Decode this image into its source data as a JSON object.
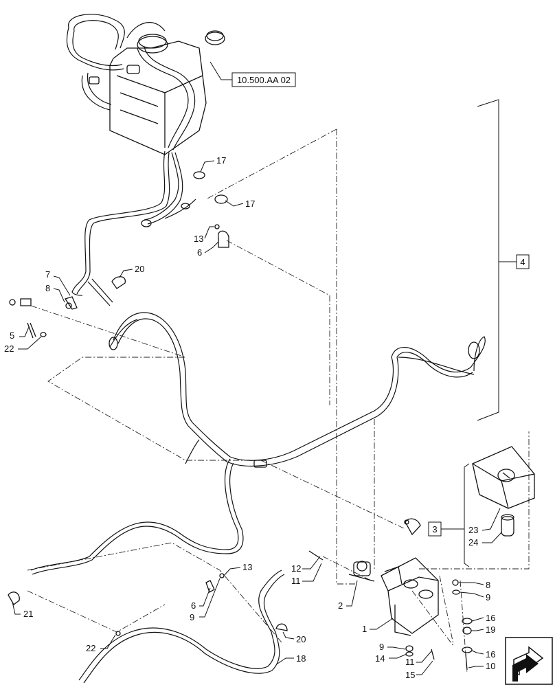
{
  "reference_box": {
    "label": "10.500.AA 02"
  },
  "callouts": [
    {
      "id": "c17a",
      "label": "17"
    },
    {
      "id": "c17b",
      "label": "17"
    },
    {
      "id": "c13a",
      "label": "13"
    },
    {
      "id": "c6a",
      "label": "6"
    },
    {
      "id": "c20a",
      "label": "20"
    },
    {
      "id": "c7",
      "label": "7"
    },
    {
      "id": "c8a",
      "label": "8"
    },
    {
      "id": "c5",
      "label": "5"
    },
    {
      "id": "c22a",
      "label": "22"
    },
    {
      "id": "c4",
      "label": "4"
    },
    {
      "id": "c3",
      "label": "3"
    },
    {
      "id": "c23",
      "label": "23"
    },
    {
      "id": "c24",
      "label": "24"
    },
    {
      "id": "c13b",
      "label": "13"
    },
    {
      "id": "c12",
      "label": "12"
    },
    {
      "id": "c11a",
      "label": "11"
    },
    {
      "id": "c6b",
      "label": "6"
    },
    {
      "id": "c9a",
      "label": "9"
    },
    {
      "id": "c2",
      "label": "2"
    },
    {
      "id": "c8b",
      "label": "8"
    },
    {
      "id": "c9b",
      "label": "9"
    },
    {
      "id": "c21",
      "label": "21"
    },
    {
      "id": "c16a",
      "label": "16"
    },
    {
      "id": "c19",
      "label": "19"
    },
    {
      "id": "c1",
      "label": "1"
    },
    {
      "id": "c20b",
      "label": "20"
    },
    {
      "id": "c9c",
      "label": "9"
    },
    {
      "id": "c16b",
      "label": "16"
    },
    {
      "id": "c22b",
      "label": "22"
    },
    {
      "id": "c14",
      "label": "14"
    },
    {
      "id": "c11b",
      "label": "11"
    },
    {
      "id": "c10",
      "label": "10"
    },
    {
      "id": "c18",
      "label": "18"
    },
    {
      "id": "c15",
      "label": "15"
    }
  ],
  "logo": {
    "icon": "page-turn-arrow-icon"
  }
}
